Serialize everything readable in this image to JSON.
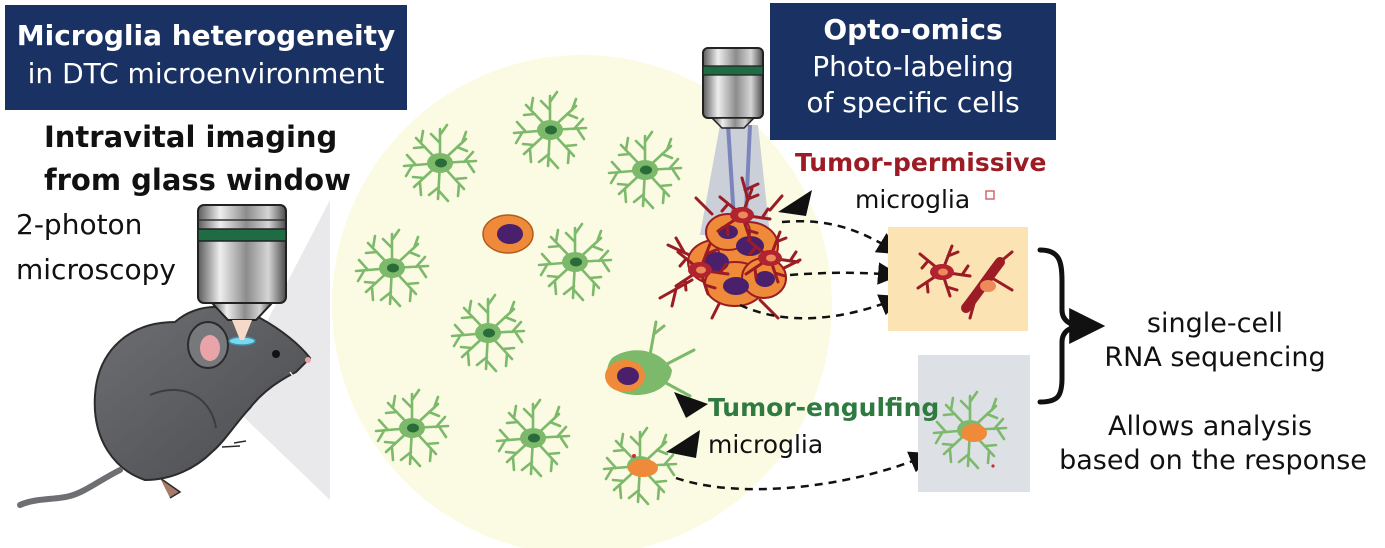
{
  "title_left": {
    "line1": "Microglia heterogeneity",
    "line2": "in DTC microenvironment"
  },
  "title_right": {
    "line1": "Opto-omics",
    "line2": "Photo-labeling",
    "line3": "of specific cells"
  },
  "imaging": {
    "line1": "Intravital imaging",
    "line2": "from glass window",
    "method1": "2-photon",
    "method2": "microscopy"
  },
  "tumor_permissive": {
    "label": "Tumor-permissive",
    "sub": "microglia"
  },
  "tumor_engulfing": {
    "label": "Tumor-engulfing",
    "sub": "microglia"
  },
  "output": {
    "line1": "single-cell",
    "line2": "RNA sequencing",
    "line3": "Allows analysis",
    "line4": "based on the response"
  },
  "colors": {
    "navy": "#1a3263",
    "microglia_green": "#7cb96a",
    "nucleus_dark_green": "#2a6b3a",
    "tumor_orange": "#ee8a3a",
    "tumor_nucleus": "#4a1f6b",
    "permissive_red": "#9b1c24",
    "permissive_box": "#fbe3b3",
    "engulfing_box": "#dde1e6",
    "circle_fill": "#fbfbe3"
  },
  "icons": [
    "objective-lens-icon",
    "mouse-illustration",
    "microglia-cell-icon",
    "tumor-cell-icon",
    "brace-icon"
  ]
}
